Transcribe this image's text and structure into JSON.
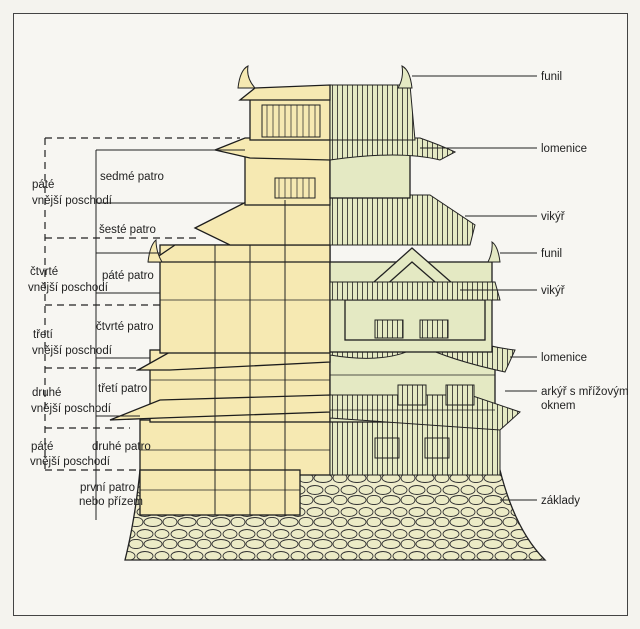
{
  "right_labels": {
    "finial_top": "funil",
    "gable_top": "lomenice",
    "dormer_top": "vikýř",
    "finial_mid": "funil",
    "dormer_mid": "vikýř",
    "gable_low": "lomenice",
    "bay_line1": "arkýř s mřížovým",
    "bay_line2": "oknem",
    "foundation": "základy"
  },
  "inner_floors": {
    "seventh": "sedmé patro",
    "sixth": "šesté patro",
    "fifth": "páté patro",
    "fourth": "čtvrté patro",
    "third": "třetí patro",
    "second": "druhé patro",
    "first_line1": "první patro",
    "first_line2": "nebo přízem"
  },
  "outer_levels": [
    {
      "line1": "páté",
      "line2": "vnější poschodí"
    },
    {
      "line1": "čtvrté",
      "line2": "vnější poschodí"
    },
    {
      "line1": "třetí",
      "line2": "vnější poschodí"
    },
    {
      "line1": "druhé",
      "line2": "vnější poschodí"
    },
    {
      "line1": "páté",
      "line2": "vnější poschodí"
    }
  ],
  "colors": {
    "section": "#f6e9b2",
    "exterior": "#e4e9c3",
    "stone": "#ecebc6"
  }
}
